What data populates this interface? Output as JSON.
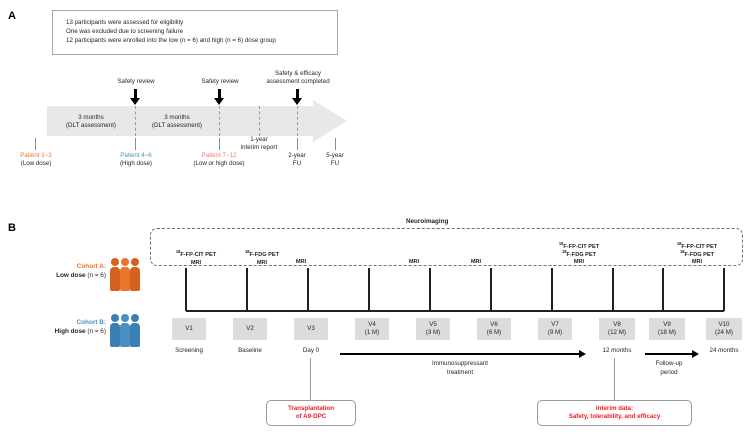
{
  "figure": {
    "panels": [
      {
        "letter": "A"
      },
      {
        "letter": "B"
      }
    ]
  },
  "colors": {
    "orange": "#E8762C",
    "blue": "#4A90C4",
    "red": "#ED1C24",
    "band_grey": "#E8E8E8",
    "box_grey": "#DCDCDC",
    "dash_grey": "#6F6F6F",
    "text": "#231F20"
  },
  "panelA": {
    "enrollment_box": {
      "lines": [
        "13 participants were assessed for eligibility",
        "One was excluded due to screening failure",
        "12 participants were enrolled into the low (n = 6) and high (n = 6) dose group"
      ]
    },
    "reviews": [
      {
        "label": "Safety review",
        "lines": [
          "Safety review"
        ]
      },
      {
        "label": "Safety review",
        "lines": [
          "Safety review"
        ]
      },
      {
        "label": "Safety & efficacy assessment completed",
        "lines": [
          "Safety & efficacy",
          "assessment completed"
        ]
      }
    ],
    "band_segments": [
      {
        "line1": "3 months",
        "line2": "(DLT assessment)"
      },
      {
        "line1": "3 months",
        "line2": "(DLT assessment)"
      }
    ],
    "interim_note": {
      "line1": "1-year",
      "line2": "interim report"
    },
    "patient_groups": [
      {
        "top": "Patient 1~3",
        "bottom": "(Low dose)",
        "color": "#E8762C"
      },
      {
        "top": "Patient 4~6",
        "bottom": "(High dose)",
        "color": "#4A90C4"
      },
      {
        "top": "Patient 7~12",
        "bottom": "(Low or high dose)",
        "color": "#F4796B"
      }
    ],
    "followups": [
      {
        "line1": "2-year",
        "line2": "FU"
      },
      {
        "line1": "5-year",
        "line2": "FU"
      }
    ]
  },
  "panelB": {
    "neuroimaging_title": "Neuroimaging",
    "cohorts": [
      {
        "title": "Cohort A:",
        "dose": "Low dose",
        "n": "(n = 6)",
        "color": "#E8762C"
      },
      {
        "title": "Cohort B:",
        "dose": "High dose",
        "n": "(n = 6)",
        "color": "#4A90C4"
      }
    ],
    "imaging": [
      {
        "visit": "V1",
        "lines": [
          "18F-FP-CIT PET",
          "MRI"
        ]
      },
      {
        "visit": "V2",
        "lines": [
          "18F-FDG PET",
          "MRI"
        ]
      },
      {
        "visit": "V3",
        "lines": [
          "MRI"
        ]
      },
      {
        "visit": "V5",
        "lines": [
          "MRI"
        ]
      },
      {
        "visit": "V6",
        "lines": [
          "MRI"
        ]
      },
      {
        "visit": "V8",
        "lines": [
          "18F-FP-CIT PET",
          "18F-FDG PET",
          "MRI"
        ]
      },
      {
        "visit": "V10",
        "lines": [
          "18F-FP-CIT PET",
          "18F-FDG PET",
          "MRI"
        ]
      }
    ],
    "visits": [
      {
        "id": "V1",
        "time": ""
      },
      {
        "id": "V2",
        "time": ""
      },
      {
        "id": "V3",
        "time": ""
      },
      {
        "id": "V4",
        "time": "(1 M)"
      },
      {
        "id": "V5",
        "time": "(3 M)"
      },
      {
        "id": "V6",
        "time": "(6 M)"
      },
      {
        "id": "V7",
        "time": "(9 M)"
      },
      {
        "id": "V8",
        "time": "(12 M)"
      },
      {
        "id": "V9",
        "time": "(18 M)"
      },
      {
        "id": "V10",
        "time": "(24 M)"
      }
    ],
    "phases": [
      {
        "name": "screening-label",
        "text": "Screening"
      },
      {
        "name": "baseline-label",
        "text": "Baseline"
      },
      {
        "name": "day0-label",
        "text": "Day 0"
      },
      {
        "name": "twelve-months-label",
        "text": "12 months"
      },
      {
        "name": "twentyfour-months-label",
        "text": "24 months"
      }
    ],
    "treatment_label": {
      "line1": "Immunosuppressant",
      "line2": "treatment"
    },
    "followup_label": {
      "line1": "Follow-up",
      "line2": "period"
    },
    "callouts": [
      {
        "name": "transplantation-callout",
        "line1": "Transplantation",
        "line2": "of A9-DPC"
      },
      {
        "name": "interim-callout",
        "line1": "Interim data:",
        "line2": "Safety, tolerability, and efficacy"
      }
    ]
  }
}
